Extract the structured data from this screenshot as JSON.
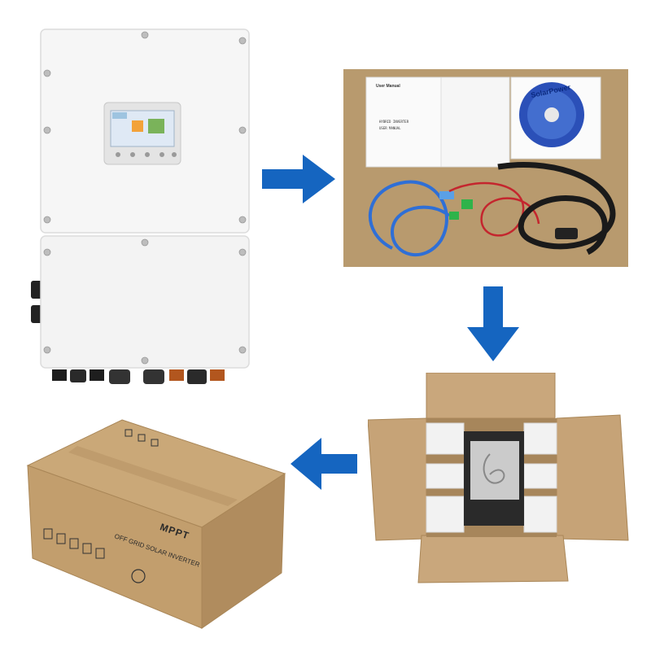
{
  "colors": {
    "arrow": "#1565c0",
    "cardboard": "#c9a77c",
    "cardboard_dark": "#a98657",
    "inverter_body": "#f4f4f4",
    "foam": "#f2f2f2",
    "table": "#b89a6e"
  },
  "manual": {
    "title": "User Manual",
    "line1": "HYBRID INVERTER",
    "line2": "USER MANUAL"
  },
  "cd": {
    "label": "SolarPower"
  },
  "box": {
    "brand": "MPPT",
    "product": "OFF GRID SOLAR INVERTER"
  },
  "icons": {
    "arrow_right": "arrow-right-icon",
    "arrow_down": "arrow-down-icon",
    "arrow_left": "arrow-left-icon",
    "recycle": "recycle-icon"
  }
}
